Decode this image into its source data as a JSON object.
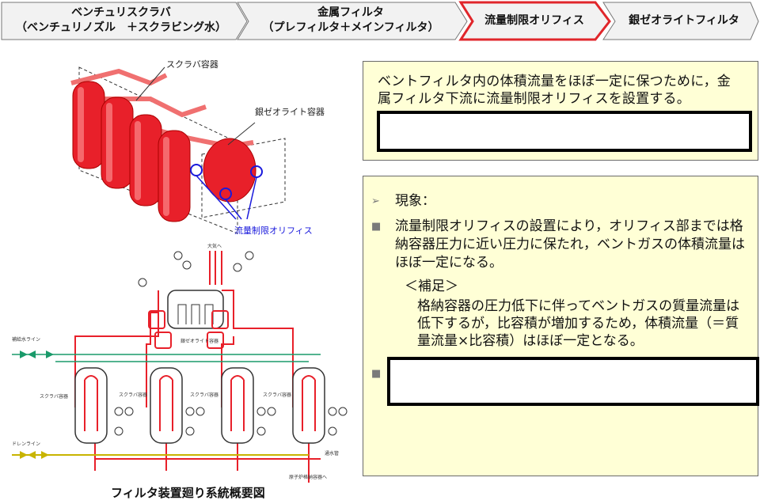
{
  "steps": [
    {
      "line1": "ベンチュリスクラバ",
      "line2": "（ベンチュリノズル　＋スクラビング水）",
      "active": false
    },
    {
      "line1": "金属フィルタ",
      "line2": "（プレフィルタ＋メインフィルタ）",
      "active": false
    },
    {
      "line1": "流量制限オリフィス",
      "line2": "",
      "active": true
    },
    {
      "line1": "銀ゼオライトフィルタ",
      "line2": "",
      "active": false
    }
  ],
  "colors": {
    "active_border": "#e0262b",
    "step_fill": "#f2f2f2",
    "note_bg": "#ffffd6",
    "equipment": "#e8202a",
    "orifice_label": "#1a1adc"
  },
  "diagram3d": {
    "scrubber_label": "スクラバ容器",
    "zeolite_label": "銀ゼオライト容器",
    "orifice_label": "流量制限オリフィス"
  },
  "schematic": {
    "top_label": "大気へ",
    "vessel_labels": [
      "スクラバ容器",
      "スクラバ容器",
      "スクラバ容器",
      "スクラバ容器"
    ],
    "zeolite_small": "銀ゼオライト容器",
    "line_a": "補給水ライン",
    "line_b": "ドレンライン",
    "line_c": "原子炉格納容器へ",
    "line_d": "通水管"
  },
  "caption": "フィルタ装置廻り系統概要図",
  "box1": {
    "text": "ベントフィルタ内の体積流量をほぼ一定に保つために，金属フィルタ下流に流量制限オリフィスを設置する。"
  },
  "box2": {
    "bullet1_marker": "➢",
    "bullet1": "現象：",
    "bullet2_marker": "■",
    "bullet2": "流量制限オリフィスの設置により，オリフィス部までは格納容器圧力に近い圧力に保たれ，ベントガスの体積流量はほぼ一定になる。",
    "supplement_title": "＜補足＞",
    "supplement_text": "格納容器の圧力低下に伴ってベントガスの質量流量は低下するが，比容積が増加するため，体積流量（＝質量流量×比容積）はほぼ一定となる。",
    "bullet3_marker": "■"
  }
}
